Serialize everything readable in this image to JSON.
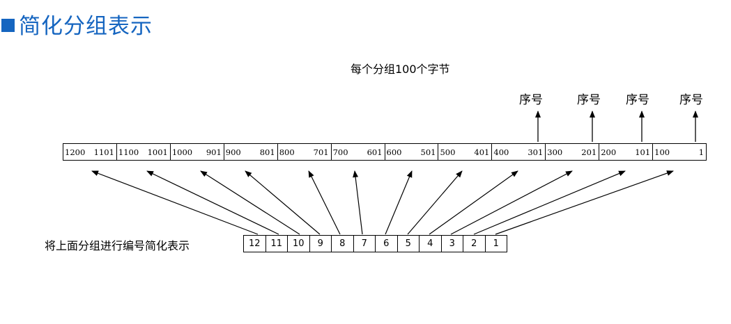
{
  "title": "简化分组表示",
  "colors": {
    "accent": "#1565c0"
  },
  "caption_top": "每个分组100个字节",
  "sequence_label": "序号",
  "segments": [
    {
      "high": "1200",
      "low": "1101"
    },
    {
      "high": "1100",
      "low": "1001"
    },
    {
      "high": "1000",
      "low": "901"
    },
    {
      "high": "900",
      "low": "801"
    },
    {
      "high": "800",
      "low": "701"
    },
    {
      "high": "700",
      "low": "601"
    },
    {
      "high": "600",
      "low": "501"
    },
    {
      "high": "500",
      "low": "401"
    },
    {
      "high": "400",
      "low": "301"
    },
    {
      "high": "300",
      "low": "201"
    },
    {
      "high": "200",
      "low": "101"
    },
    {
      "high": "100",
      "low": "1"
    }
  ],
  "caption_bottom": "将上面分组进行编号简化表示",
  "numbers": [
    "12",
    "11",
    "10",
    "9",
    "8",
    "7",
    "6",
    "5",
    "4",
    "3",
    "2",
    "1"
  ]
}
